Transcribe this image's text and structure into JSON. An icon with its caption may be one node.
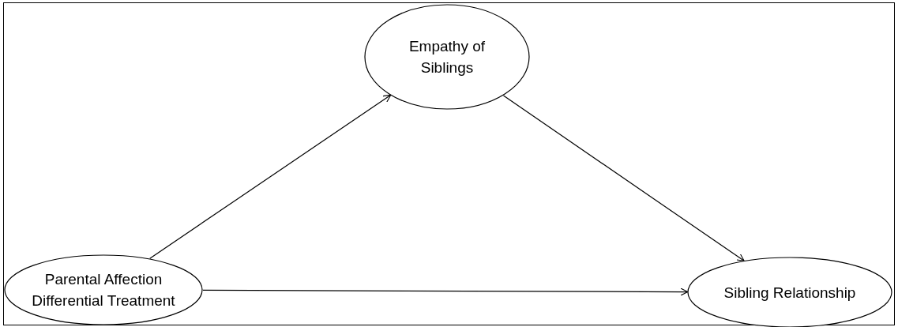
{
  "diagram": {
    "nodes": [
      {
        "text": [
          "Empathy of Siblings"
        ]
      },
      {
        "text": [
          "Parental Affection Differential Treatment"
        ]
      },
      {
        "text": [
          "Sibling Relationship"
        ]
      }
    ],
    "edges": [
      {
        "from": 1,
        "to": 0,
        "arrow": "to"
      },
      {
        "from": 0,
        "to": 2,
        "arrow": "to"
      },
      {
        "from": 1,
        "to": 2,
        "arrow": "to"
      }
    ]
  }
}
